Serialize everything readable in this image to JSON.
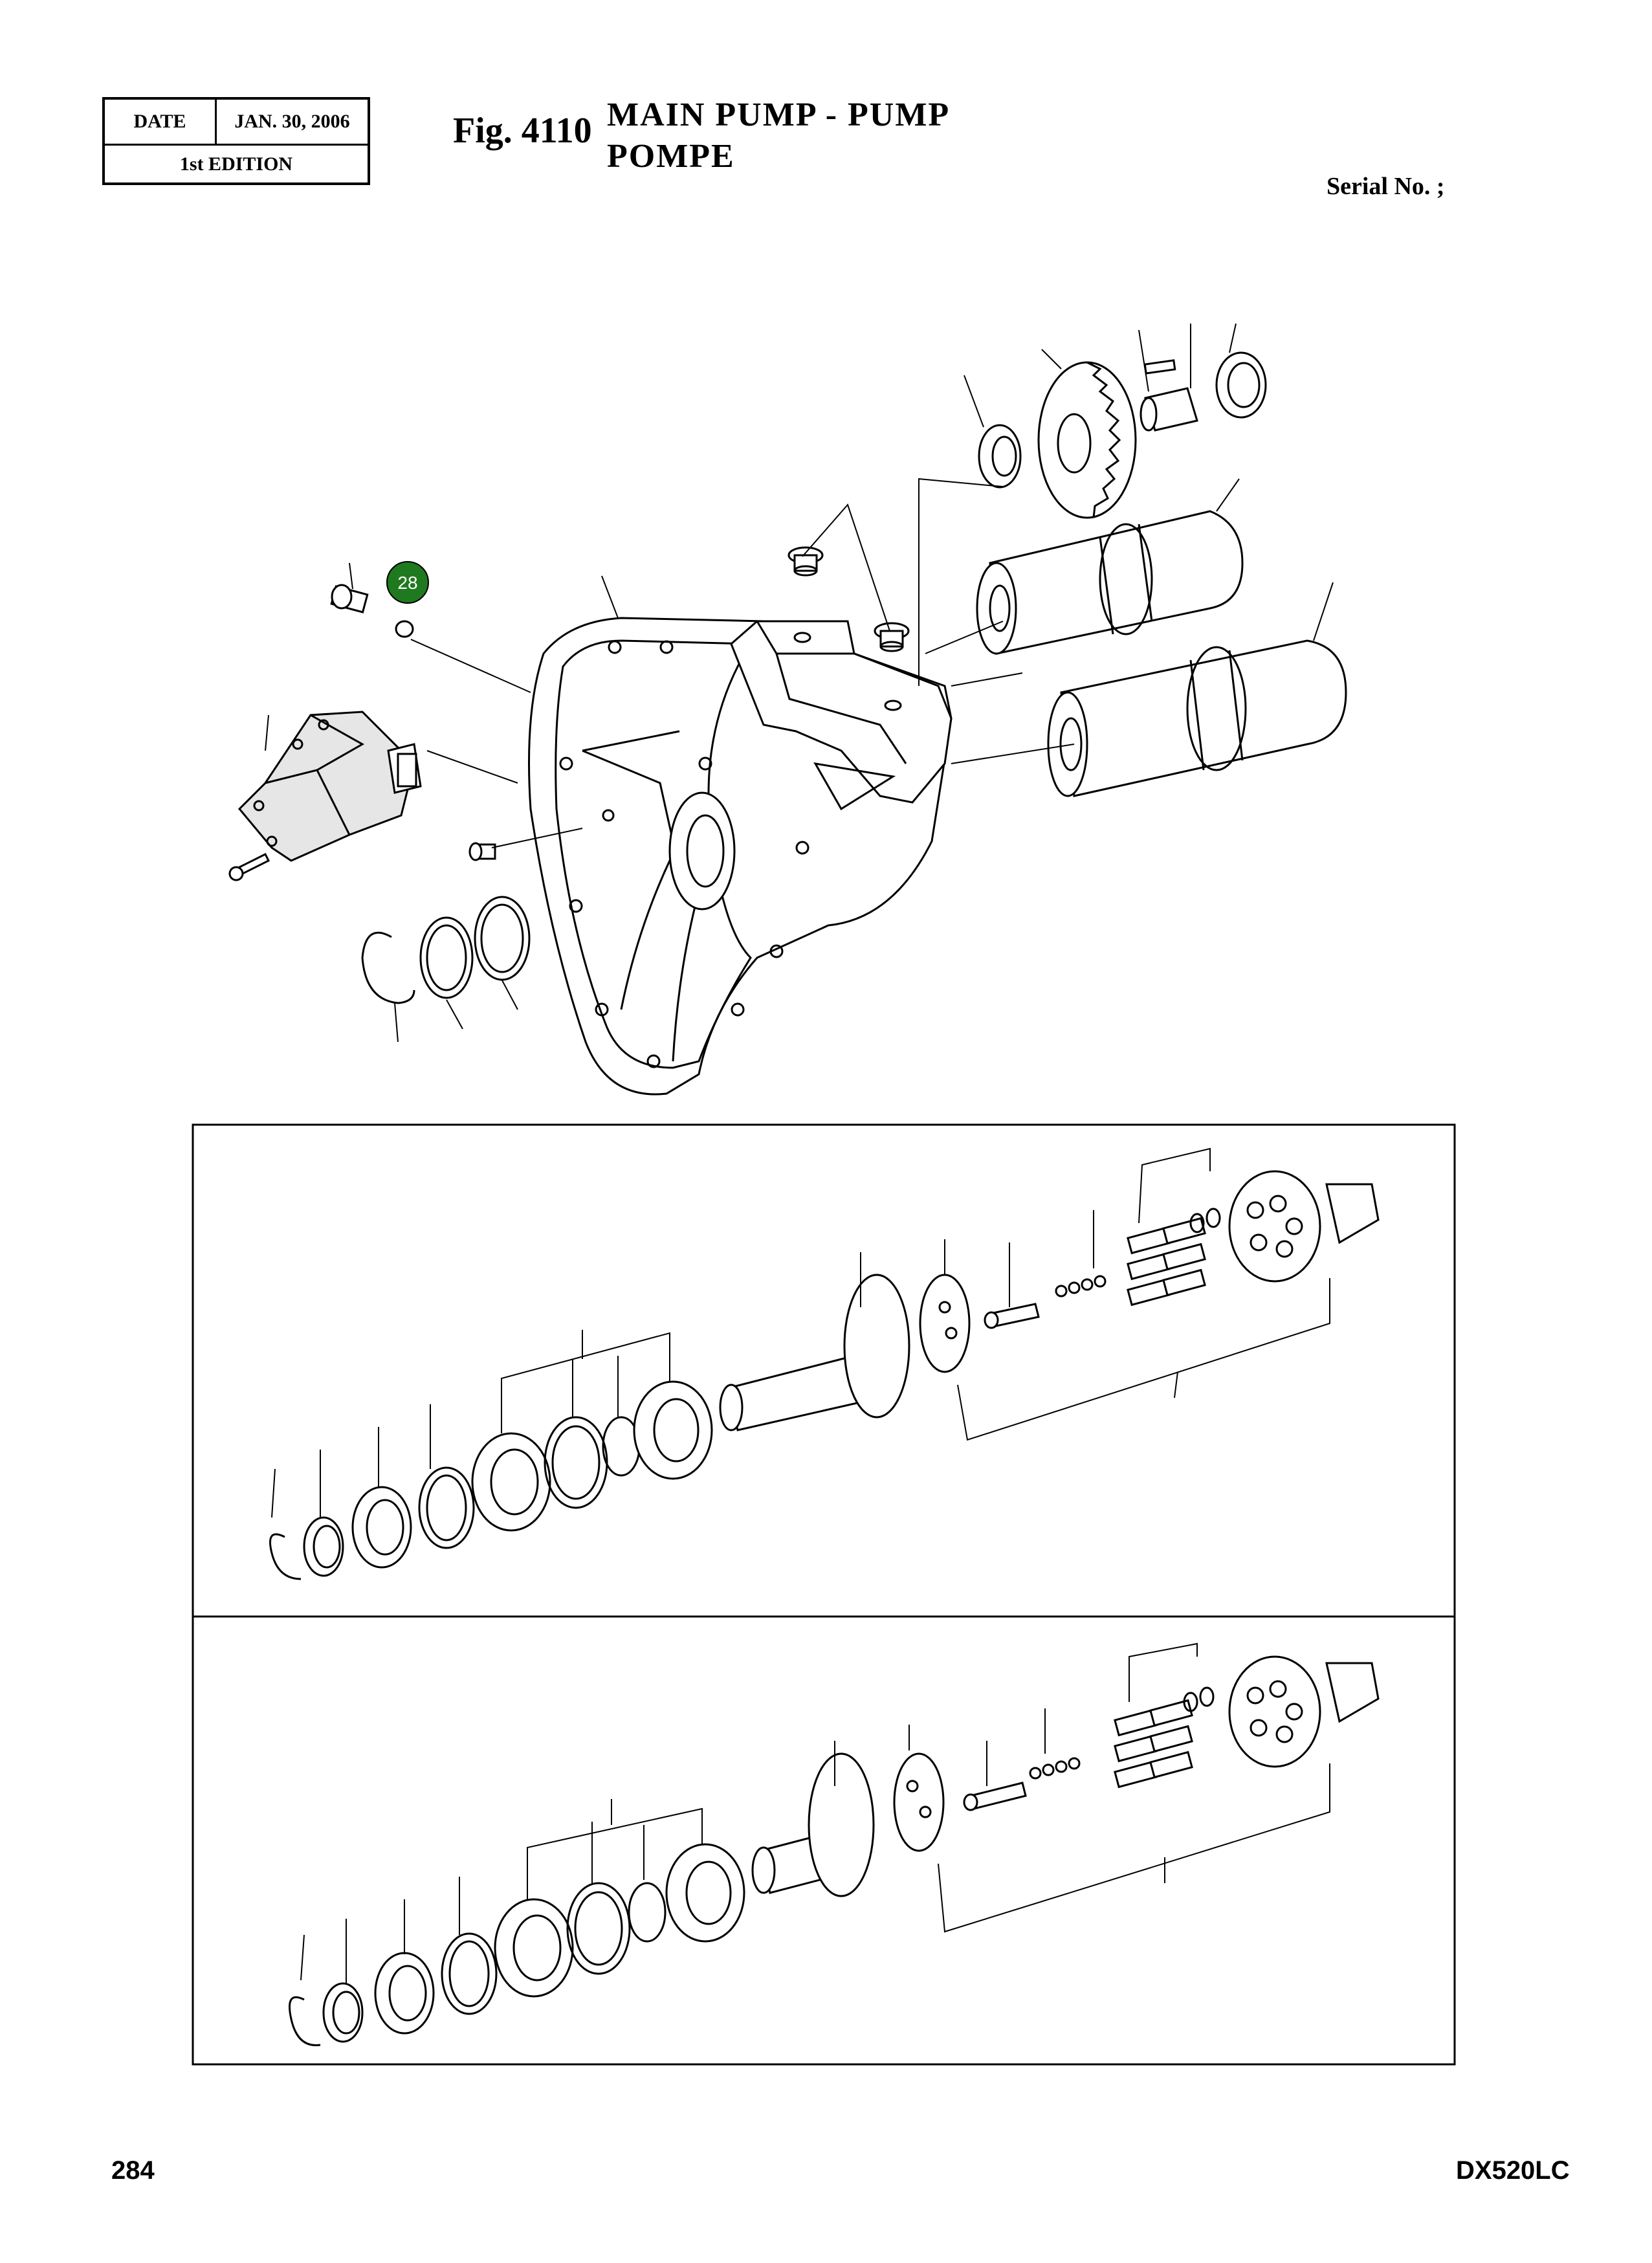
{
  "header": {
    "date_label": "DATE",
    "date_value": "JAN. 30, 2006",
    "edition": "1st EDITION"
  },
  "figure": {
    "number": "Fig. 4110",
    "title_line1": "MAIN  PUMP  -  PUMP",
    "title_line2": "POMPE"
  },
  "serial_label": "Serial No. ;",
  "footer": {
    "page_number": "284",
    "model": "DX520LC"
  },
  "callouts": [
    {
      "label": "28",
      "color": "#1f7a1f"
    }
  ],
  "colors": {
    "line": "#000000",
    "callout_fill": "#1f7a1f",
    "callout_text": "#ffffff"
  }
}
